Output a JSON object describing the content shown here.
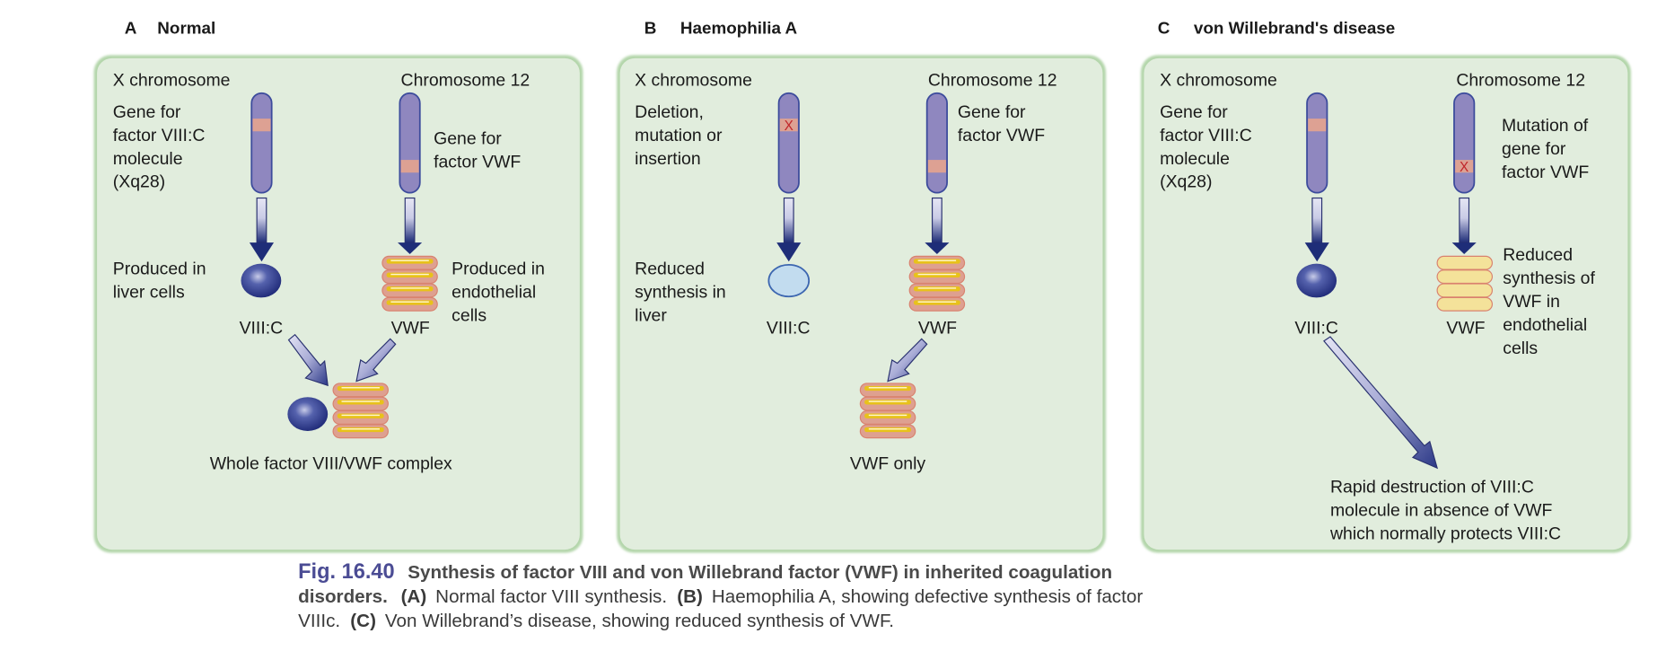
{
  "figure": {
    "caption": {
      "number": "Fig. 16.40",
      "title_line1": "Synthesis of factor VIII and von Willebrand factor (VWF) in inherited coagulation",
      "title_line2": "disorders.",
      "line2_A": "(A)",
      "line2_A_text": "Normal factor VIII synthesis.",
      "line2_B": "(B)",
      "line2_B_text": "Haemophilia A, showing defective synthesis of factor",
      "line3_start": "VIIIc.",
      "line3_C": "(C)",
      "line3_C_text": "Von Willebrand’s disease, showing reduced synthesis of VWF."
    },
    "colors": {
      "panel_fill": "#e1eddd",
      "panel_border": "#a9cfa0",
      "chromosome": "#8f87bf",
      "chromosome_border": "#3c4b9c",
      "gene_band": "#dda193",
      "mutation_mark": "#c0262b",
      "viii_c": "#2d3a8c",
      "viii_c_reduced": "#c2dcef",
      "vwf_stripe": "#e8c21a",
      "vwf_body": "#dea090",
      "vwf_reduced": "#f4e29a",
      "arrow_dark": "#1e2d78",
      "caption_number": "#4b4c94"
    },
    "panels": [
      {
        "letter": "A",
        "title": "Normal",
        "x_chrom_label": "X chromosome",
        "chr12_label": "Chromosome 12",
        "x_gene_lines": [
          "Gene for",
          "factor VIII:C",
          "molecule",
          "(Xq28)"
        ],
        "chr12_gene_lines": [
          "Gene for",
          "factor VWF"
        ],
        "x_product_lines": [
          "Produced in",
          "liver cells"
        ],
        "chr12_product_lines": [
          "Produced in",
          "endothelial",
          "cells"
        ],
        "viii_label": "VIII:C",
        "vwf_label": "VWF",
        "result_label": "Whole factor VIII/VWF complex"
      },
      {
        "letter": "B",
        "title": "Haemophilia A",
        "x_chrom_label": "X chromosome",
        "chr12_label": "Chromosome 12",
        "x_gene_lines": [
          "Deletion,",
          "mutation or",
          "insertion"
        ],
        "chr12_gene_lines": [
          "Gene for",
          "factor VWF"
        ],
        "x_product_lines": [
          "Reduced",
          "synthesis in",
          "liver"
        ],
        "viii_label": "VIII:C",
        "vwf_label": "VWF",
        "mutation_mark": "X",
        "result_label": "VWF only"
      },
      {
        "letter": "C",
        "title": "von Willebrand's disease",
        "x_chrom_label": "X chromosome",
        "chr12_label": "Chromosome 12",
        "x_gene_lines": [
          "Gene for",
          "factor VIII:C",
          "molecule",
          "(Xq28)"
        ],
        "chr12_gene_lines": [
          "Mutation of",
          "gene for",
          "factor VWF"
        ],
        "chr12_product_lines": [
          "Reduced",
          "synthesis of",
          "VWF in",
          "endothelial",
          "cells"
        ],
        "viii_label": "VIII:C",
        "vwf_label": "VWF",
        "mutation_mark": "X",
        "result_lines": [
          "Rapid destruction of VIII:C",
          "molecule in absence of VWF",
          "which normally protects VIII:C"
        ]
      }
    ]
  }
}
